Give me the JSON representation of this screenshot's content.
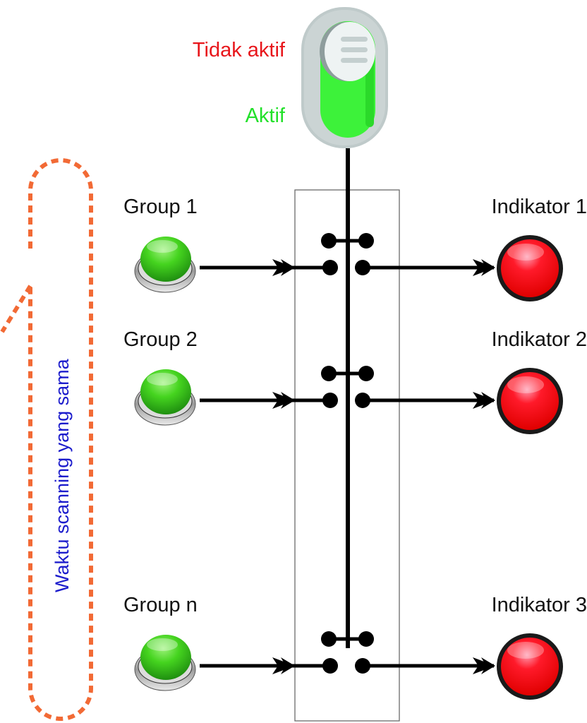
{
  "colors": {
    "inactive_text": "#e8161b",
    "active_text": "#22e02a",
    "scan_text": "#1c1ccc",
    "scan_loop": "#f26a35",
    "wire": "#000000",
    "enclosure": "#666666",
    "button_green": "#3fd11d",
    "indicator_red": "#ff0a0a",
    "switch_body": "#c3cdcd",
    "switch_green": "#3df23a"
  },
  "main_switch": {
    "icon": "toggle-switch-icon",
    "inactive_label": "Tidak aktif",
    "active_label": "Aktif",
    "state": "active"
  },
  "scan_loop": {
    "label": "Waktu scanning yang sama",
    "icon": "dashed-loop-arrow-icon"
  },
  "rows": [
    {
      "group_label": "Group 1",
      "indicator_label": "Indikator 1",
      "button_icon": "green-push-button-icon",
      "indicator_icon": "red-indicator-lamp-icon"
    },
    {
      "group_label": "Group 2",
      "indicator_label": "Indikator 2",
      "button_icon": "green-push-button-icon",
      "indicator_icon": "red-indicator-lamp-icon"
    },
    {
      "group_label": "Group n",
      "indicator_label": "Indikator 3",
      "button_icon": "green-push-button-icon",
      "indicator_icon": "red-indicator-lamp-icon"
    }
  ]
}
